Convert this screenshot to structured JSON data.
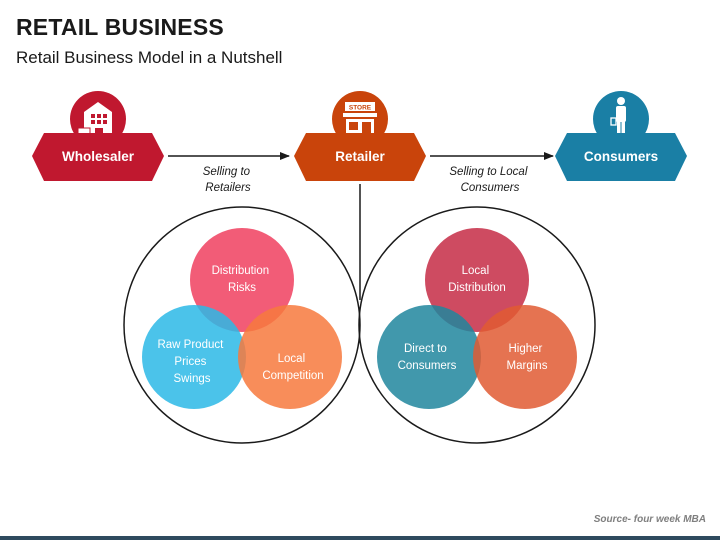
{
  "title": "RETAIL BUSINESS",
  "subtitle": "Retail Business Model in a Nutshell",
  "source": "Source- four week MBA",
  "colors": {
    "wholesaler": "#c0182f",
    "retailer": "#c9440b",
    "consumers": "#1a7fa5",
    "pink": "#f0405f",
    "cyan": "#2bb8e6",
    "orange": "#f7793d",
    "crimson": "#c62c45",
    "teal": "#20869e",
    "coral": "#e15a33"
  },
  "nodes": {
    "wholesaler": {
      "label": "Wholesaler",
      "icon": "warehouse-icon"
    },
    "retailer": {
      "label": "Retailer",
      "icon": "store-icon",
      "icon_text": "STORE"
    },
    "consumers": {
      "label": "Consumers",
      "icon": "shopper-icon"
    }
  },
  "edges": {
    "wholesaler_to_retailer": {
      "line1": "Selling to",
      "line2": "Retailers"
    },
    "retailer_to_consumers": {
      "line1": "Selling to Local",
      "line2": "Consumers"
    }
  },
  "left_group": {
    "top": {
      "line1": "Distribution",
      "line2": "Risks"
    },
    "left": {
      "line1": "Raw Product",
      "line2": "Prices",
      "line3": "Swings"
    },
    "right": {
      "line1": "Local",
      "line2": "Competition"
    }
  },
  "right_group": {
    "top": {
      "line1": "Local",
      "line2": "Distribution"
    },
    "left": {
      "line1": "Direct to",
      "line2": "Consumers"
    },
    "right": {
      "line1": "Higher",
      "line2": "Margins"
    }
  }
}
